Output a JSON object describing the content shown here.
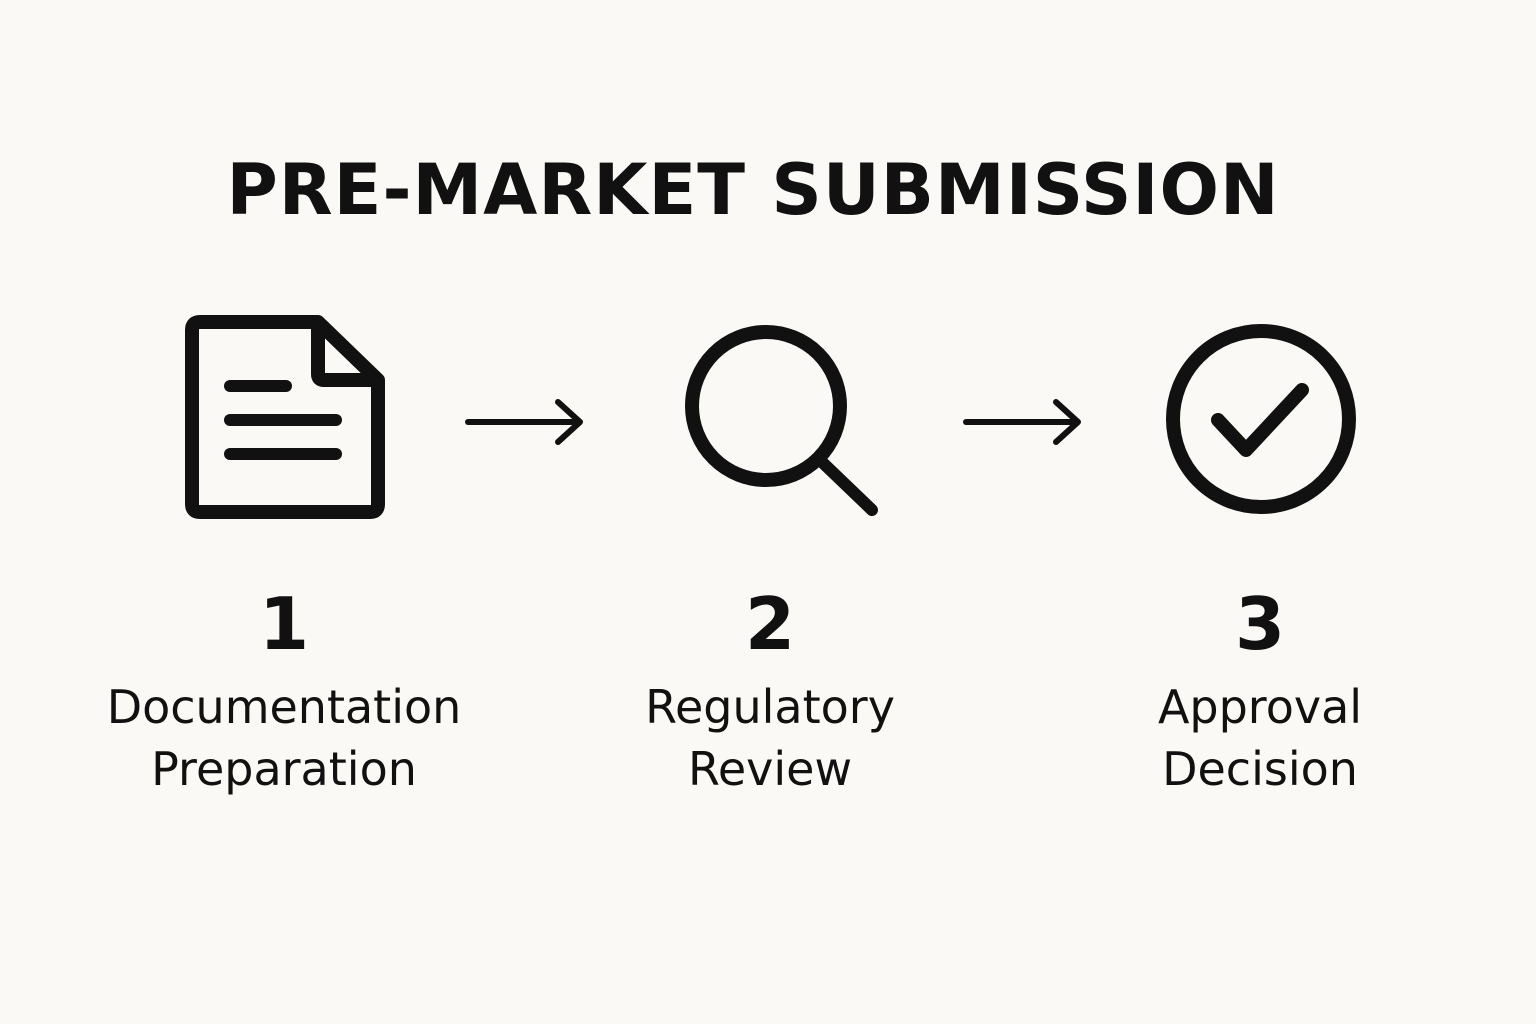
{
  "title": "PRE-MARKET SUBMISSION",
  "colors": {
    "background": "#faf9f5",
    "ink": "#111111"
  },
  "steps": [
    {
      "number": "1",
      "label_line1": "Documentation",
      "label_line2": "Preparation",
      "icon": "document-icon"
    },
    {
      "number": "2",
      "label_line1": "Regulatory",
      "label_line2": "Review",
      "icon": "magnifier-icon"
    },
    {
      "number": "3",
      "label_line1": "Approval",
      "label_line2": "Decision",
      "icon": "check-circle-icon"
    }
  ],
  "connectors": [
    "arrow-right-icon",
    "arrow-right-icon"
  ]
}
